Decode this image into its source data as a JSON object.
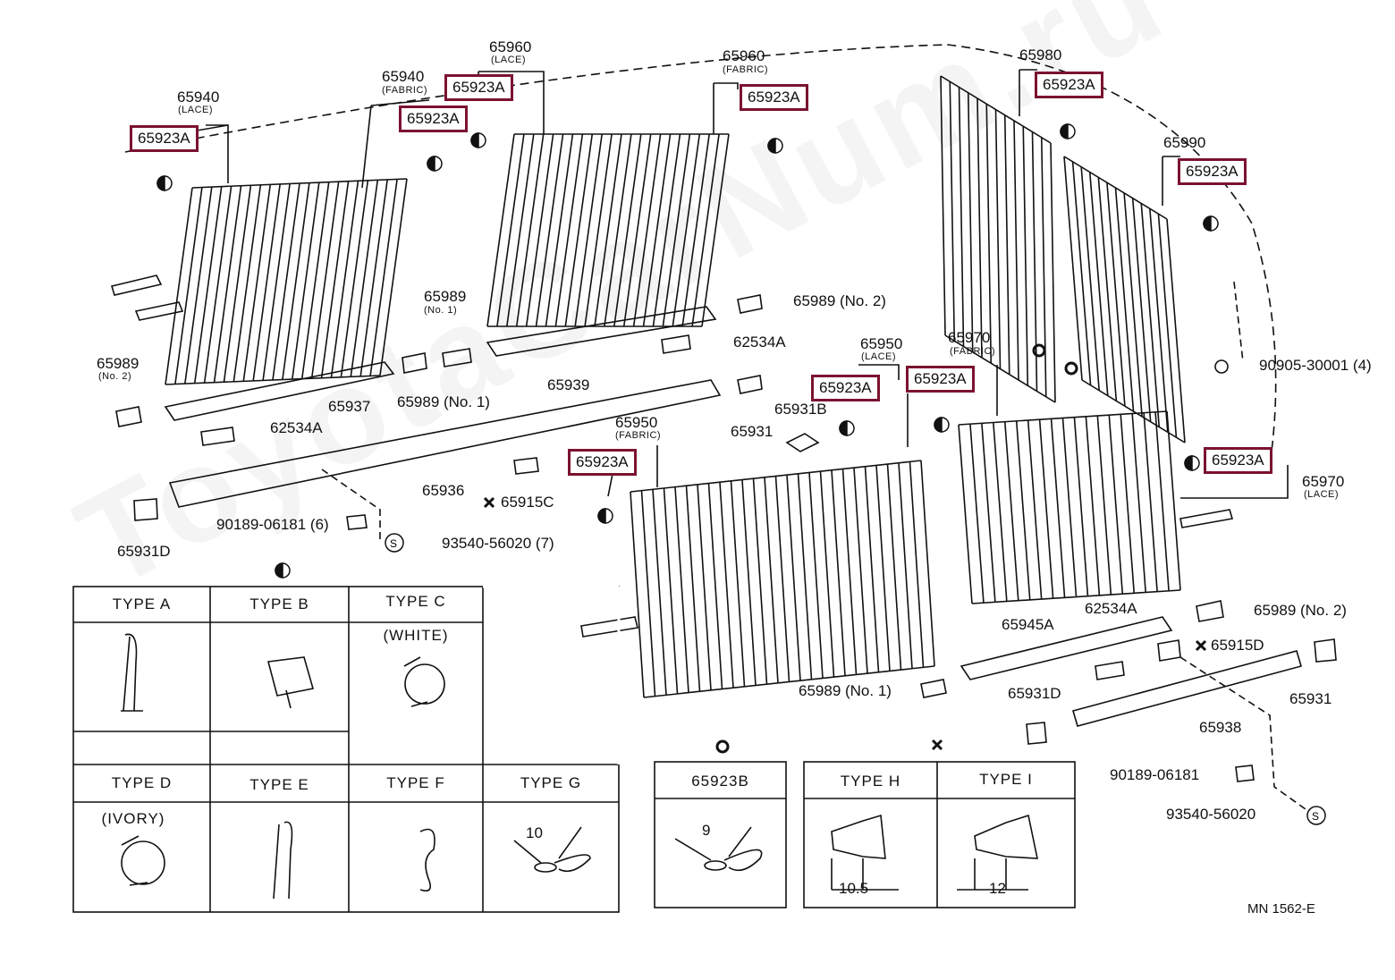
{
  "watermark": "ToyotaCarNum.ru",
  "highlight_color": "#7b1230",
  "labels": {
    "p65940_lace": "65940",
    "lace_a": "(LACE)",
    "p65940_fabric": "65940",
    "fabric_a": "(FABRIC)",
    "p65960_lace": "65960",
    "lace_b": "(LACE)",
    "p65960_fabric": "65960",
    "fabric_b": "(FABRIC)",
    "p65980": "65980",
    "p65990": "65990",
    "p65950_lace": "65950",
    "lace_c": "(LACE)",
    "p65970_fabric": "65970",
    "fabric_c": "(FABRIC)",
    "p65950_fabric": "65950",
    "fabric_d": "(FABRIC)",
    "p65970_lace": "65970",
    "lace_d": "(LACE)",
    "p65989_no2_a": "65989 (No. 2)",
    "p65989_no1_top": "65989",
    "no1_top": "(No. 1)",
    "p62534A_a": "62534A",
    "p65989_left": "65989",
    "no2_left": "(No. 2)",
    "p65937": "65937",
    "p65989_no1_mid": "65989 (No. 1)",
    "p65939": "65939",
    "p62534A_b": "62534A",
    "p65931B": "65931B",
    "p65931_a": "65931",
    "p90905": "90905-30001 (4)",
    "p65936": "65936",
    "p65915C": "65915C",
    "p65931D_a": "65931D",
    "p90189_a": "90189-06181 (6)",
    "p93540_a": "93540-56020 (7)",
    "p65945A": "65945A",
    "p62534A_c": "62534A",
    "p65989_no2_b": "65989 (No. 2)",
    "p65915D": "65915D",
    "p65989_no1_b": "65989 (No. 1)",
    "p65931D_b": "65931D",
    "p65938": "65938",
    "p65931_b": "65931",
    "p90189_b": "90189-06181",
    "p93540_b": "93540-56020",
    "mn": "MN  1562-E"
  },
  "highlighted": [
    "65923A",
    "65923A",
    "65923A",
    "65923A",
    "65923A",
    "65923A",
    "65923A",
    "65923A",
    "65923A",
    "65923A"
  ],
  "types_table": {
    "type_a": "TYPE  A",
    "type_b": "TYPE  B",
    "type_c": "TYPE  C",
    "white": "(WHITE)",
    "type_d": "TYPE  D",
    "ivory": "(IVORY)",
    "type_e": "TYPE  E",
    "type_f": "TYPE  F",
    "type_g": "TYPE  G",
    "dim_g": "10"
  },
  "table_65923b": {
    "title": "65923B",
    "dim": "9"
  },
  "table_hi": {
    "type_h": "TYPE  H",
    "type_i": "TYPE  I",
    "dim_h": "10.5",
    "dim_i": "12"
  }
}
